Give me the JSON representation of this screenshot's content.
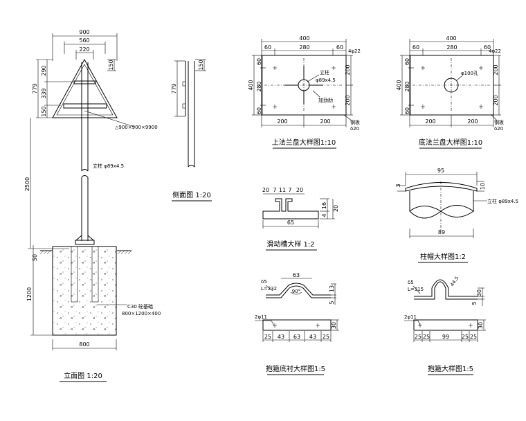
{
  "elevation": {
    "title": "立面图 1:20",
    "dims": {
      "top_width": "900",
      "mid_width": "560",
      "inner_width": "220",
      "seg_290": "290",
      "seg_339": "339",
      "seg_150": "150",
      "total_779": "779",
      "right_150": "150",
      "pole_len": "2500",
      "ground_50": "50",
      "found_depth": "1200",
      "found_width": "800"
    },
    "sign_note": "△900×900×9900",
    "pole_note": "立柱 φ89x4.5",
    "foundation_note_1": "C30 砼基础",
    "foundation_note_2": "800×1200×400"
  },
  "side": {
    "title": "侧面图 1:20",
    "dim_779": "779",
    "dim_150": "150"
  },
  "top_flange": {
    "title": "上法兰盘大样图1:10",
    "dims": {
      "w400": "400",
      "d60a": "60",
      "d280": "280",
      "d60b": "60",
      "h400": "400",
      "h60a": "60",
      "h280": "280",
      "h60b": "60",
      "r200a": "200",
      "r200b": "200",
      "b200a": "200",
      "b200b": "200"
    },
    "hole": "4φ22",
    "pole_label": "立柱",
    "pole_spec": "φ89x4.5",
    "rib_label": "加劲肋",
    "plate_label": "钢板",
    "plate_thk": "δ20"
  },
  "bottom_flange": {
    "title": "底法兰盘大样图1:10",
    "dims": {
      "w400": "400",
      "d60a": "60",
      "d280": "280",
      "d60b": "60",
      "h400": "400",
      "h60a": "60",
      "h280": "280",
      "h60b": "60",
      "r200a": "200",
      "r200b": "200",
      "b200a": "200",
      "b200b": "200"
    },
    "hole": "4φ22",
    "center_hole": "φ100孔",
    "plate_label": "钢板",
    "plate_thk": "δ20"
  },
  "slide": {
    "title": "滑动槽大样 1:2",
    "dims": {
      "a": "20",
      "b": "7",
      "c": "11",
      "d": "7",
      "e": "20",
      "w": "65",
      "h16": "16",
      "h20": "20",
      "h4": "4"
    }
  },
  "cap": {
    "title": "柱帽大样图1:2",
    "dims": {
      "top": "95",
      "bottom": "89",
      "t_left": "3",
      "t_right": "10"
    },
    "note": "立柱 φ89x4.5"
  },
  "hoop_liner": {
    "title": "抱箍底衬大样图1:5",
    "thk": "δ5",
    "len": "L=232",
    "dim_63": "63",
    "angle": "90°",
    "dim_13": "13",
    "dim_5": "5",
    "holes": "2φ11",
    "bottom": [
      "25",
      "43",
      "63",
      "43",
      "25"
    ],
    "h30": "30"
  },
  "hoop": {
    "title": "抱箍大样图1:5",
    "thk": "δ5",
    "len": "L=315",
    "radius": "44.5",
    "dim_5": "5",
    "dim_30": "30",
    "holes": "2φ11",
    "bottom": [
      "25",
      "25",
      "99",
      "25",
      "25"
    ],
    "h30": "30"
  }
}
